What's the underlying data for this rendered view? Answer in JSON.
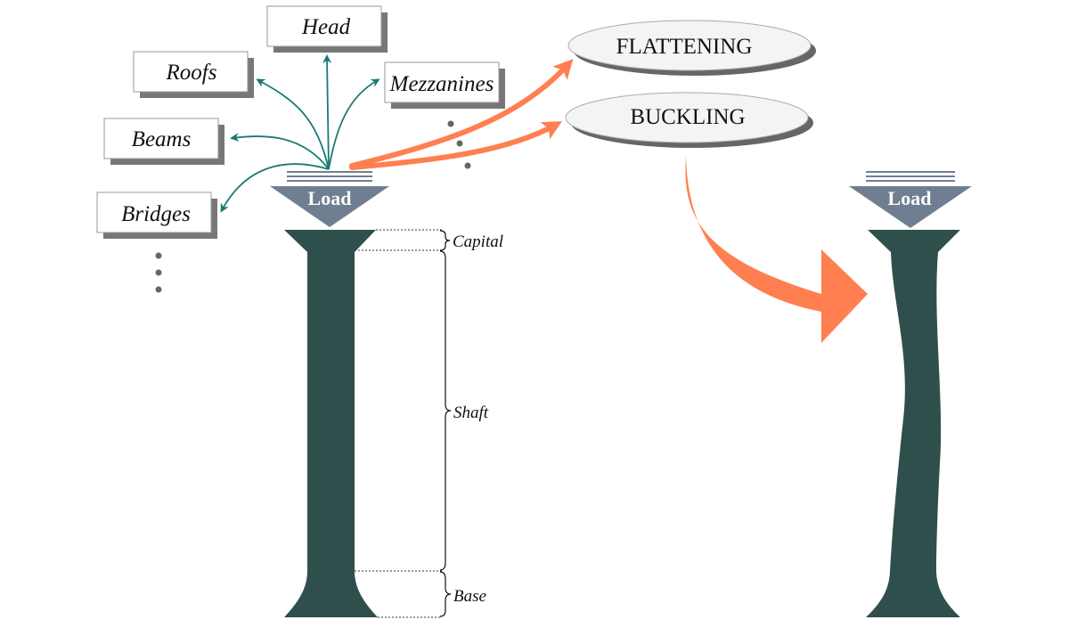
{
  "colors": {
    "column": "#2f4f4c",
    "load_arrow": "#6f7f91",
    "teal_arrow": "#1a7a74",
    "orange_arrow": "#ff7f50",
    "box_shadow": "#777777",
    "ellipse_fill": "#f4f4f4"
  },
  "applications": {
    "head": "Head",
    "roofs": "Roofs",
    "mezzanines": "Mezzanines",
    "beams": "Beams",
    "bridges": "Bridges"
  },
  "failure_modes": {
    "flattening": "FLATTENING",
    "buckling": "BUCKLING"
  },
  "load_label": "Load",
  "column_parts": {
    "capital": "Capital",
    "shaft": "Shaft",
    "base": "Base"
  }
}
